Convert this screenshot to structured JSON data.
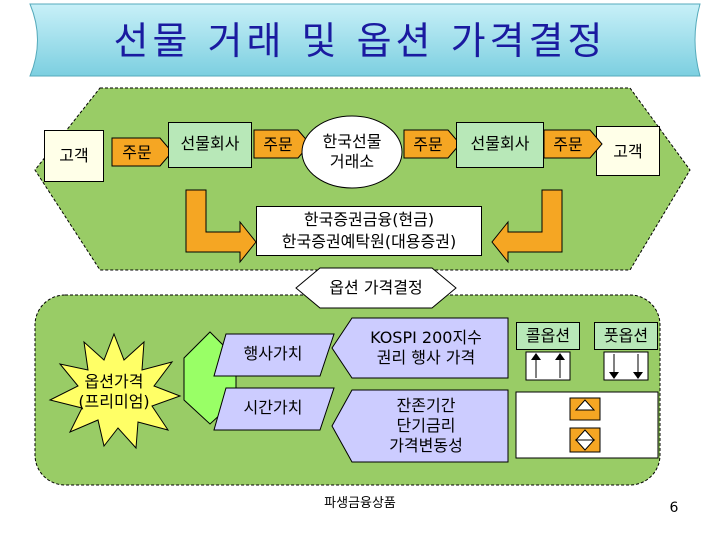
{
  "title": "선물 거래 및 옵션 가격결정",
  "flow": {
    "customer_left": "고객",
    "order1": "주문",
    "futures_company_left": "선물회사",
    "order2": "주문",
    "exchange": "한국선물\n거래소",
    "order3": "주문",
    "futures_company_right": "선물회사",
    "order4": "주문",
    "customer_right": "고객",
    "settlement_line1": "한국증권금융(현금)",
    "settlement_line2": "한국증권예탁원(대용증권)"
  },
  "pricing": {
    "header": "옵션 가격결정",
    "option_price": "옵션가격\n(프리미엄)",
    "intrinsic_value": "행사가치",
    "time_value": "시간가치",
    "intrinsic_factors": "KOSPI 200지수\n권리 행사 가격",
    "time_factors": "잔존기간\n단기금리\n가격변동성",
    "call_option": "콜옵션",
    "put_option": "풋옵션"
  },
  "footer": "파생금융상품",
  "page_number": "6",
  "colors": {
    "title": "#1a1aa0",
    "green_area": "#99cc66",
    "box_green": "#b8e8b8",
    "arrow_orange": "#f5a623",
    "banner": "#a8e4f0"
  }
}
